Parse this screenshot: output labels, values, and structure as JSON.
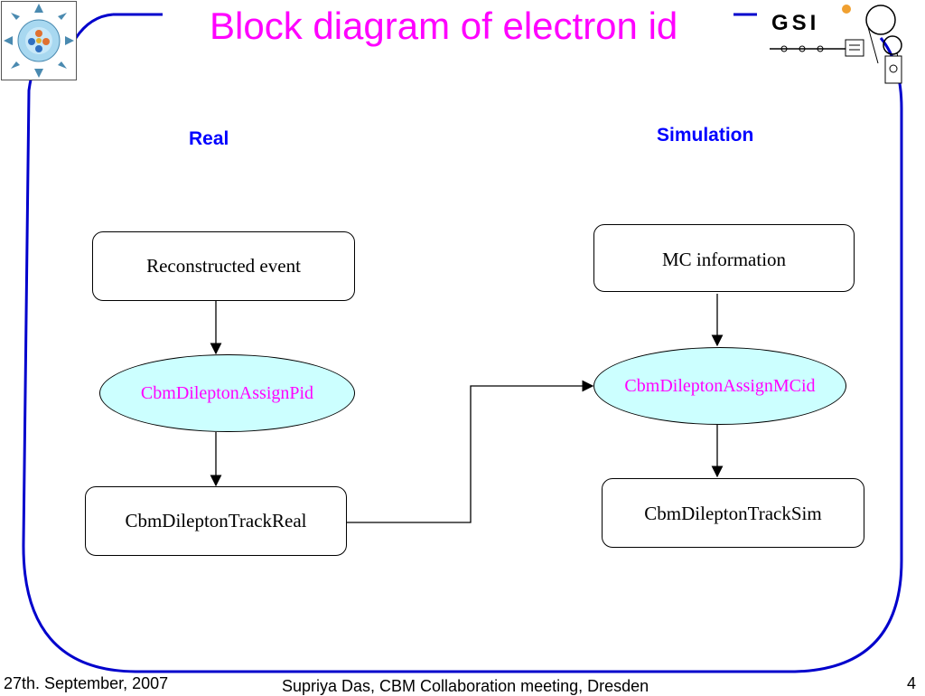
{
  "slide": {
    "title": "Block diagram of electron id",
    "columns": {
      "real": "Real",
      "simulation": "Simulation"
    },
    "boxes": {
      "reconstructed_event": "Reconstructed event",
      "track_real": "CbmDileptonTrackReal",
      "mc_information": "MC information",
      "track_sim": "CbmDileptonTrackSim"
    },
    "ellipses": {
      "assign_pid": "CbmDileptonAssignPid",
      "assign_mcid": "CbmDileptonAssignMCid"
    },
    "footer": {
      "date": "27th. September, 2007",
      "author": "Supriya Das, CBM Collaboration meeting, Dresden",
      "page": "4"
    },
    "logo": {
      "text": "GSI",
      "icon": "gsi-logo-icon"
    },
    "left_logo_icon": "cbm-detector-logo-icon",
    "colors": {
      "accent": "#0000cc",
      "title": "#ff00ff",
      "ellipse_fill": "#ccffff"
    }
  }
}
